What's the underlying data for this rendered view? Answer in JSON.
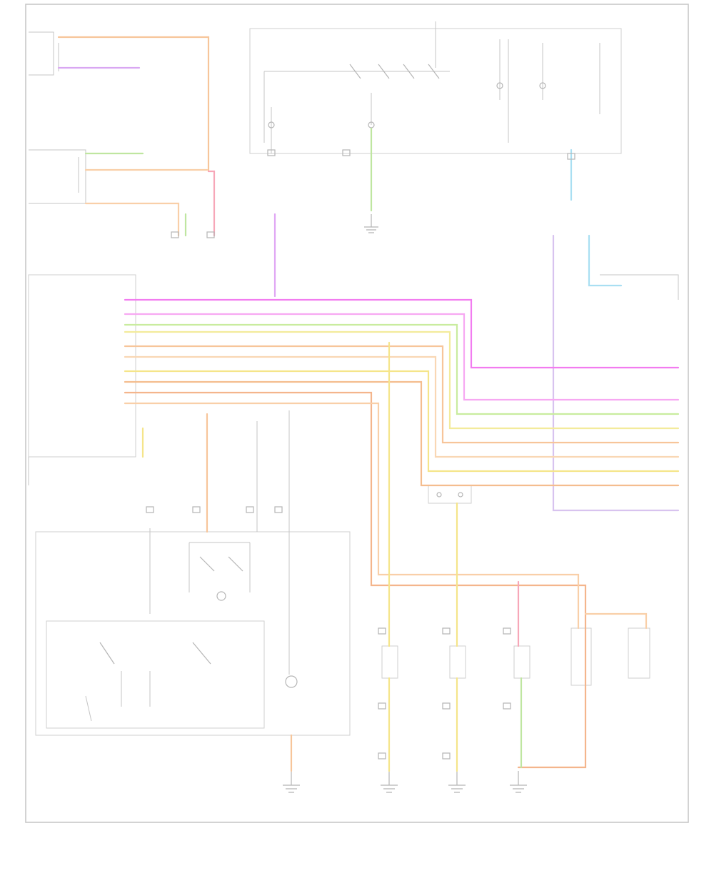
{
  "diagram": {
    "type": "wiring-schematic",
    "colors": {
      "frame": "#c8c8c8",
      "magenta": "#f27cf0",
      "violet": "#d9a7f2",
      "orange": "#f7c59a",
      "peach": "#f9cfa8",
      "yellow": "#f5e58a",
      "green": "#bfe6a0",
      "pink": "#f7a7b8",
      "cyan": "#a9dff2",
      "lavender": "#d8c3ef"
    },
    "icons": [
      "ground-symbol",
      "connector-symbol",
      "switch-symbol",
      "relay-symbol",
      "lamp-symbol"
    ],
    "labels": []
  }
}
